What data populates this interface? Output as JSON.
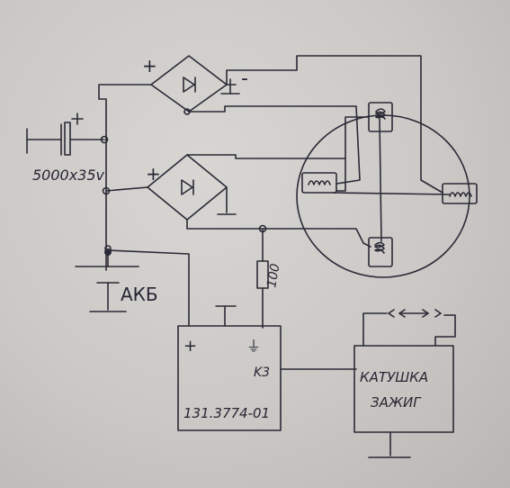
{
  "diagram": {
    "capacitor_label": "5000x35v",
    "battery_label": "АКБ",
    "resistor_label": "100",
    "bridge_top": {
      "plus": "+",
      "minus": "-"
    },
    "bridge_bottom": {
      "plus": "+"
    },
    "module": {
      "plus": "+",
      "ground_symbol": "⏚",
      "k3": "K3",
      "part_number": "131.3774-01"
    },
    "coil": {
      "line1": "КАТУШКА",
      "line2": "ЗАЖИГ"
    },
    "ink_color": "#2a2a36",
    "paper_color": "#cbc8c5"
  }
}
